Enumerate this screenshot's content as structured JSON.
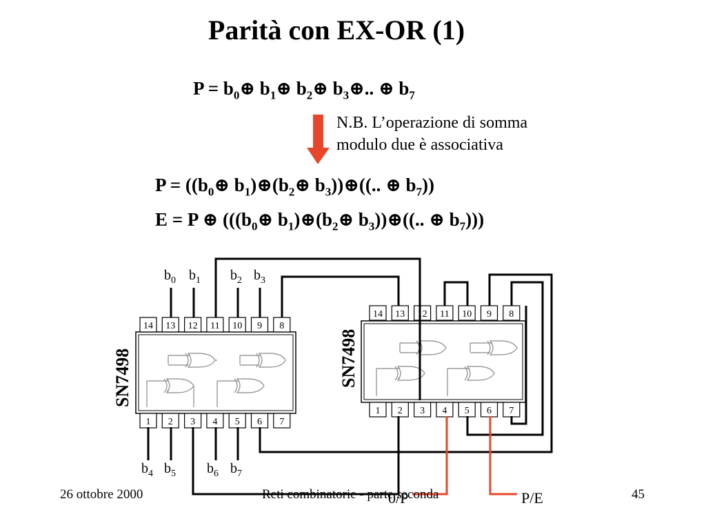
{
  "title": "Parità con EX-OR (1)",
  "formula1": {
    "lhs": "P = b",
    "tail": ".. ",
    "last": "b",
    "last_sub": "7",
    "xor": "⊕",
    "subs": [
      "0",
      "1",
      "2",
      "3"
    ]
  },
  "note": {
    "line1": "N.B. L’operazione di somma",
    "line2": "modulo due è associativa"
  },
  "formula2": "P = ((b0⊕ b1)⊕(b2⊕ b3))⊕((.. ⊕ b7))",
  "formula3": "E = P ⊕ (((b0⊕ b1)⊕(b2⊕ b3))⊕((.. ⊕ b7)))",
  "chip_left": {
    "label": "SN7498",
    "top_pins": [
      "14",
      "13",
      "12",
      "11",
      "10",
      "9",
      "8"
    ],
    "bottom_pins": [
      "1",
      "2",
      "3",
      "4",
      "5",
      "6",
      "7"
    ]
  },
  "chip_right": {
    "label": "SN7498",
    "top_pins": [
      "14",
      "13",
      "12",
      "11",
      "10",
      "9",
      "8"
    ],
    "bottom_pins": [
      "1",
      "2",
      "3",
      "4",
      "5",
      "6",
      "7"
    ]
  },
  "inputs": {
    "b0": {
      "base": "b",
      "sub": "0"
    },
    "b1": {
      "base": "b",
      "sub": "1"
    },
    "b2": {
      "base": "b",
      "sub": "2"
    },
    "b3": {
      "base": "b",
      "sub": "3"
    },
    "b4": {
      "base": "b",
      "sub": "4"
    },
    "b5": {
      "base": "b",
      "sub": "5"
    },
    "b6": {
      "base": "b",
      "sub": "6"
    },
    "b7": {
      "base": "b",
      "sub": "7"
    }
  },
  "outputs": {
    "op": "0/P",
    "pe": "P/E"
  },
  "footer": {
    "date": "26 ottobre 2000",
    "center": "Reti combinatorie - parte seconda",
    "page": "45"
  },
  "colors": {
    "arrow": "#e8452a",
    "red_wire": "#e8452a",
    "gate": "#888888"
  }
}
